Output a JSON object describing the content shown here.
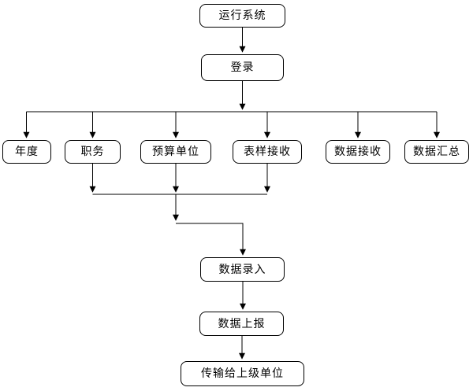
{
  "diagram": {
    "type": "flowchart",
    "colors": {
      "background": "#ffffff",
      "box_fill": "#ffffff",
      "box_border": "#000000",
      "line": "#000000",
      "text": "#000000"
    },
    "nodes": [
      {
        "id": "run-system",
        "label": "运行系统"
      },
      {
        "id": "login",
        "label": "登录"
      },
      {
        "id": "year",
        "label": "年度"
      },
      {
        "id": "position",
        "label": "职务"
      },
      {
        "id": "budget-unit",
        "label": "预算单位"
      },
      {
        "id": "form-receive",
        "label": "表样接收"
      },
      {
        "id": "data-receive",
        "label": "数据接收"
      },
      {
        "id": "data-summary",
        "label": "数据汇总"
      },
      {
        "id": "data-entry",
        "label": "数据录入"
      },
      {
        "id": "data-report",
        "label": "数据上报"
      },
      {
        "id": "transmit-superior",
        "label": "传输给上级单位"
      }
    ],
    "edges": [
      {
        "from": "运行系统",
        "to": "登录"
      },
      {
        "from": "登录",
        "to": "年度"
      },
      {
        "from": "登录",
        "to": "职务"
      },
      {
        "from": "登录",
        "to": "预算单位"
      },
      {
        "from": "登录",
        "to": "表样接收"
      },
      {
        "from": "登录",
        "to": "数据接收"
      },
      {
        "from": "登录",
        "to": "数据汇总"
      },
      {
        "from": "职务",
        "to": "数据录入"
      },
      {
        "from": "预算单位",
        "to": "数据录入"
      },
      {
        "from": "表样接收",
        "to": "数据录入"
      },
      {
        "from": "数据录入",
        "to": "数据上报"
      },
      {
        "from": "数据上报",
        "to": "传输给上级单位"
      }
    ]
  }
}
